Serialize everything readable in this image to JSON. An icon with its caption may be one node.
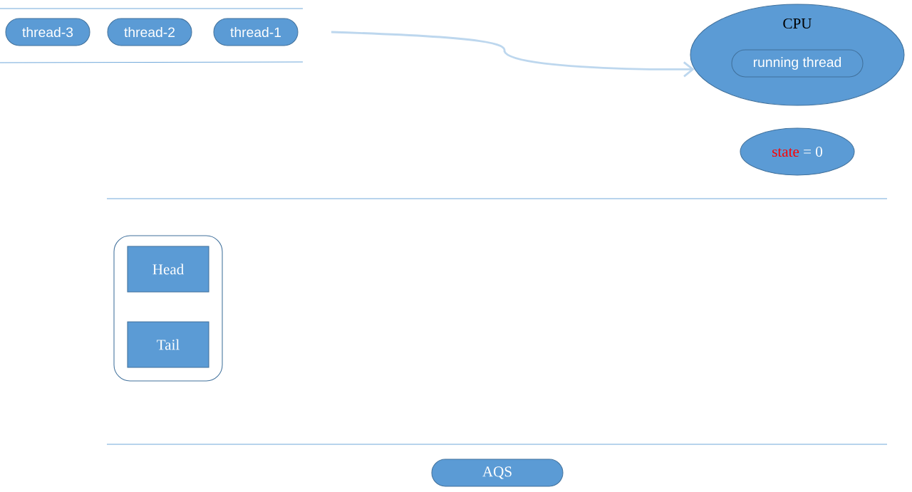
{
  "diagram": {
    "nodes": [
      {
        "text": [
          "thread-3"
        ]
      },
      {
        "text": [
          "thread-2"
        ]
      },
      {
        "text": [
          "thread-1"
        ]
      },
      {
        "text": [
          "CPU"
        ]
      },
      {
        "text": [
          "running thread"
        ],
        "in": 3
      },
      {
        "text": [
          "state",
          "= 0"
        ]
      },
      {
        "text": [],
        "shape": "box"
      },
      {
        "text": [
          "Head"
        ],
        "in": 6
      },
      {
        "text": [
          "Tail"
        ],
        "in": 6
      },
      {
        "text": [
          "AQS"
        ]
      }
    ],
    "edges": [
      {
        "from": null,
        "to": 3,
        "arrow": "to",
        "color": "#bdd7ee"
      }
    ]
  }
}
